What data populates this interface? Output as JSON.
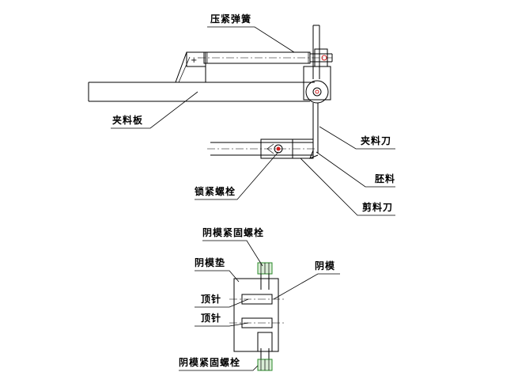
{
  "labels": {
    "spring": "压紧弹簧",
    "clamp_plate": "夹料板",
    "clamp_blade": "夹料刀",
    "blank": "胚料",
    "lock_bolt": "锁紧螺栓",
    "cut_blade": "剪料刀",
    "die_bolt_top": "阴模紧固螺栓",
    "die_pad": "阴模垫",
    "die": "阴模",
    "ejector_1": "顶针",
    "ejector_2": "顶针",
    "die_bolt_bottom": "阴模紧固螺栓"
  },
  "colors": {
    "line": "#000000",
    "highlight": "#d22020",
    "green": "#2a8a2a"
  }
}
